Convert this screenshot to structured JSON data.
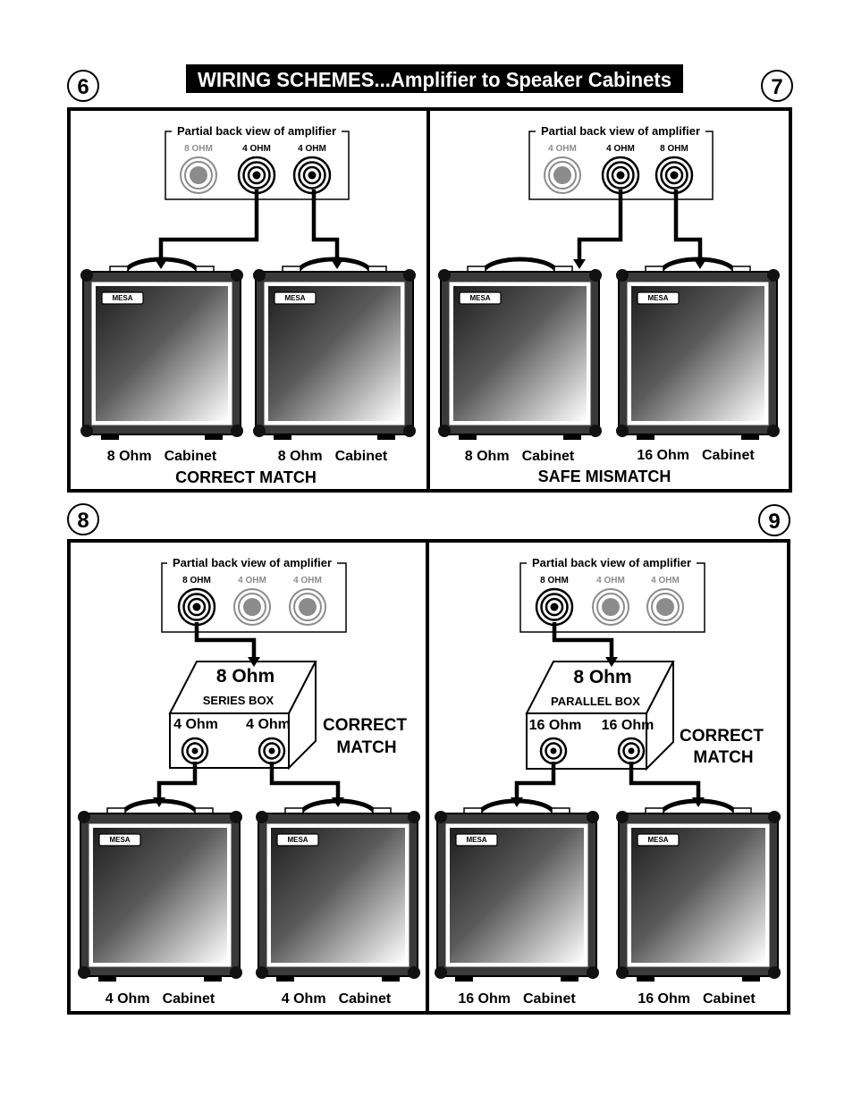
{
  "title": "WIRING SCHEMES...Amplifier to Speaker Cabinets",
  "brand": "MESA",
  "amp_label": "Partial back view of amplifier",
  "colors": {
    "ink": "#000000",
    "panel_border": "#000000",
    "inactive_jack": "#8c8c8c",
    "title_bg": "#000000",
    "title_fg": "#ffffff"
  },
  "panels": [
    {
      "number": "6",
      "jacks": [
        {
          "label": "8 OHM",
          "active": false
        },
        {
          "label": "4 OHM",
          "active": true
        },
        {
          "label": "4 OHM",
          "active": true
        }
      ],
      "cabinets": [
        {
          "ohm": "8 Ohm",
          "word": "Cabinet"
        },
        {
          "ohm": "8 Ohm",
          "word": "Cabinet"
        }
      ],
      "result": "CORRECT MATCH"
    },
    {
      "number": "7",
      "jacks": [
        {
          "label": "4 OHM",
          "active": false
        },
        {
          "label": "4 OHM",
          "active": true
        },
        {
          "label": "8 OHM",
          "active": true
        }
      ],
      "cabinets": [
        {
          "ohm": "8 Ohm",
          "word": "Cabinet"
        },
        {
          "ohm": "16 Ohm",
          "word": "Cabinet"
        }
      ],
      "result": "SAFE MISMATCH"
    },
    {
      "number": "8",
      "jacks": [
        {
          "label": "8 OHM",
          "active": true
        },
        {
          "label": "4 OHM",
          "active": false
        },
        {
          "label": "4 OHM",
          "active": false
        }
      ],
      "box": {
        "ohm": "8 Ohm",
        "type": "SERIES BOX",
        "outputs": [
          "4 Ohm",
          "4 Ohm"
        ]
      },
      "result_lines": [
        "CORRECT",
        "MATCH"
      ],
      "cabinets": [
        {
          "ohm": "4 Ohm",
          "word": "Cabinet"
        },
        {
          "ohm": "4 Ohm",
          "word": "Cabinet"
        }
      ]
    },
    {
      "number": "9",
      "jacks": [
        {
          "label": "8 OHM",
          "active": true
        },
        {
          "label": "4 OHM",
          "active": false
        },
        {
          "label": "4 OHM",
          "active": false
        }
      ],
      "box": {
        "ohm": "8 Ohm",
        "type": "PARALLEL BOX",
        "outputs": [
          "16 Ohm",
          "16 Ohm"
        ]
      },
      "result_lines": [
        "CORRECT",
        "MATCH"
      ],
      "cabinets": [
        {
          "ohm": "16 Ohm",
          "word": "Cabinet"
        },
        {
          "ohm": "16 Ohm",
          "word": "Cabinet"
        }
      ]
    }
  ]
}
